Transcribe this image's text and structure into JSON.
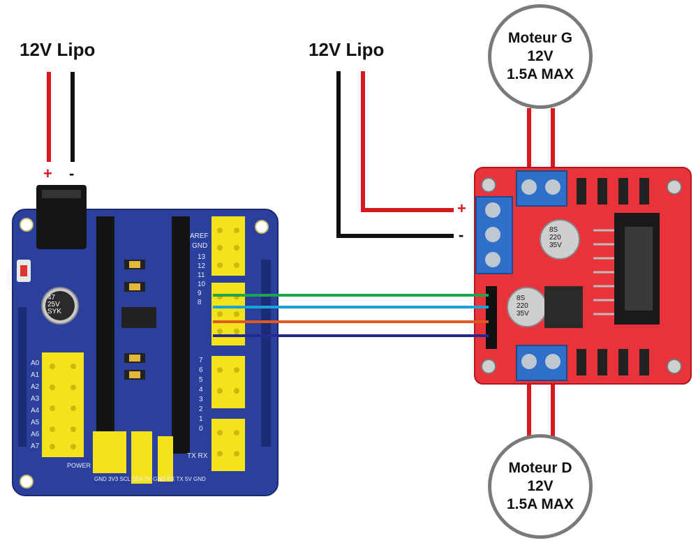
{
  "left_supply": {
    "title": "12V Lipo",
    "plus": "+",
    "minus": "-"
  },
  "right_supply": {
    "title": "12V Lipo",
    "plus": "+",
    "minus": "-"
  },
  "motor_left": {
    "line1": "Moteur G",
    "line2": "12V",
    "line3": "1.5A MAX"
  },
  "motor_right": {
    "line1": "Moteur D",
    "line2": "12V",
    "line3": "1.5A MAX"
  },
  "shield": {
    "reset_label": "RESET",
    "cap_label": [
      "47",
      "25V",
      "SYK"
    ],
    "aref": "AREF",
    "gnd": "GND",
    "pins_top": [
      "13",
      "12",
      "11",
      "10",
      "9",
      "8"
    ],
    "pins_bottom": [
      "7",
      "6",
      "5",
      "4",
      "3",
      "2",
      "1",
      "0"
    ],
    "analog": [
      "A0",
      "A1",
      "A2",
      "A3",
      "A4",
      "A5",
      "A6",
      "A7"
    ],
    "power_label": "POWER",
    "bottom_labels": [
      "GND",
      "3V3",
      "SCL",
      "SDA",
      "5V",
      "GND",
      "RX",
      "TX",
      "5V",
      "GND"
    ],
    "txrx": "TX RX"
  },
  "driver": {
    "cap1_label": [
      "8S",
      "220",
      "35V"
    ],
    "cap2_label": [
      "8S",
      "220",
      "35V"
    ]
  },
  "wire_colors": {
    "green": "#1fa64a",
    "cyan": "#1aa3d9",
    "orange": "#e0591f",
    "navy": "#262a8e",
    "red": "#d71920",
    "black": "#111111"
  }
}
